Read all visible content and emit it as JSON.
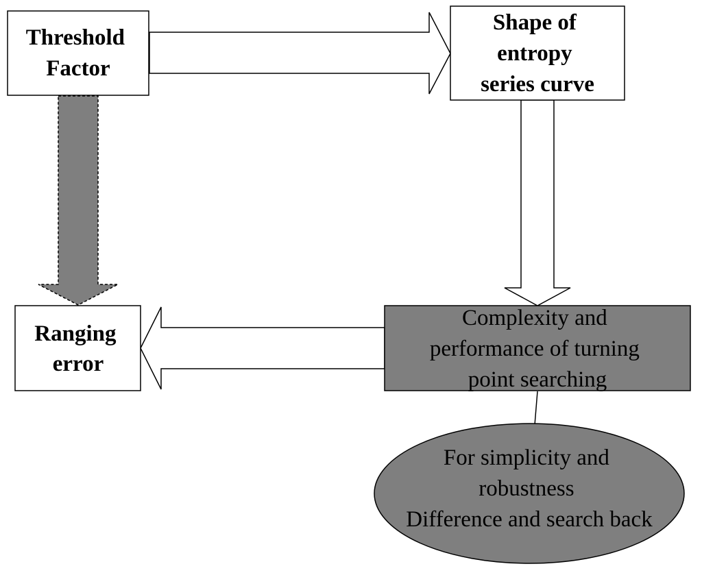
{
  "nodes": {
    "threshold": {
      "lines": [
        "Threshold",
        "Factor"
      ]
    },
    "shape": {
      "lines": [
        "Shape of",
        "entropy",
        "series curve"
      ]
    },
    "ranging": {
      "lines": [
        "Ranging",
        "error"
      ]
    },
    "complexity": {
      "lines": [
        "Complexity and",
        "performance of  turning",
        "point searching"
      ]
    },
    "note": {
      "lines": [
        "For simplicity and",
        "robustness",
        "Difference and search back"
      ]
    }
  },
  "colors": {
    "fill_dark": "#7f7f7f",
    "stroke": "#000000",
    "box_fill": "#ffffff"
  }
}
